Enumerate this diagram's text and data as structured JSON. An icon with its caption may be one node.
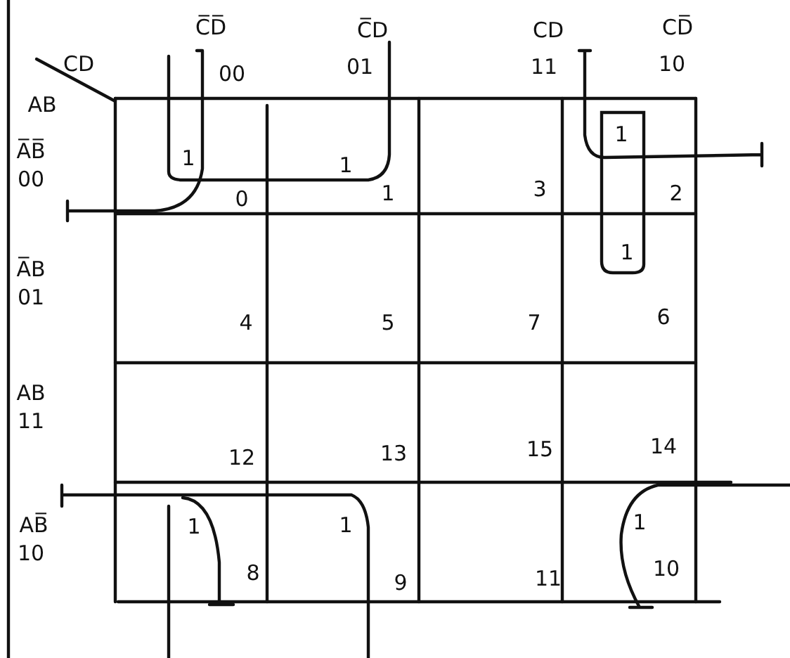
{
  "diagram": {
    "labels": [
      "C̅D̅",
      "C̅D",
      "CD",
      "CD̅",
      "CD",
      "00",
      "01",
      "11",
      "10",
      "AB",
      "A̅B̅",
      "00",
      "1",
      "0",
      "1",
      "1",
      "3",
      "1",
      "2",
      "A̅B",
      "01",
      "1",
      "4",
      "5",
      "7",
      "6",
      "AB",
      "11",
      "12",
      "13",
      "15",
      "14",
      "AB̅",
      "10",
      "1",
      "8",
      "1",
      "9",
      "11",
      "1",
      "10"
    ]
  }
}
